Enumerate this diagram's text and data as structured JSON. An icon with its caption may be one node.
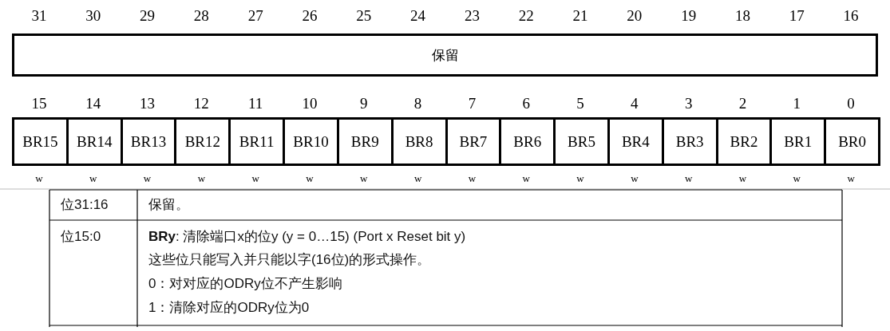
{
  "diagram": {
    "nodes": [
      {
        "text": [
          "保留"
        ]
      },
      {
        "text": [
          "BR15"
        ]
      },
      {
        "text": [
          "BR14"
        ]
      },
      {
        "text": [
          "BR13"
        ]
      },
      {
        "text": [
          "BR12"
        ]
      },
      {
        "text": [
          "BR11"
        ]
      },
      {
        "text": [
          "BR10"
        ]
      },
      {
        "text": [
          "BR9"
        ]
      },
      {
        "text": [
          "BR8"
        ]
      },
      {
        "text": [
          "BR7"
        ]
      },
      {
        "text": [
          "BR6"
        ]
      },
      {
        "text": [
          "BR5"
        ]
      },
      {
        "text": [
          "BR4"
        ]
      },
      {
        "text": [
          "BR3"
        ]
      },
      {
        "text": [
          "BR2"
        ]
      },
      {
        "text": [
          "BR1"
        ]
      },
      {
        "text": [
          "BR0"
        ]
      }
    ],
    "edges": [],
    "labels": [
      "31",
      "30",
      "29",
      "28",
      "27",
      "26",
      "25",
      "24",
      "23",
      "22",
      "21",
      "20",
      "19",
      "18",
      "17",
      "16",
      "15",
      "14",
      "13",
      "12",
      "11",
      "10",
      "9",
      "8",
      "7",
      "6",
      "5",
      "4",
      "3",
      "2",
      "1",
      "0",
      "w",
      "w",
      "w",
      "w",
      "w",
      "w",
      "w",
      "w",
      "w",
      "w",
      "w",
      "w",
      "w",
      "w",
      "w",
      "w",
      "位31:16",
      "保留。",
      "位15:0",
      "**BRy**: 清除端口x的位y (y = 0…15) (Port x Reset bit y)",
      "这些位只能写入并只能以字(16位)的形式操作。",
      "0：对对应的ODRy位不产生影响",
      "1：清除对应的ODRy位为0"
    ]
  }
}
